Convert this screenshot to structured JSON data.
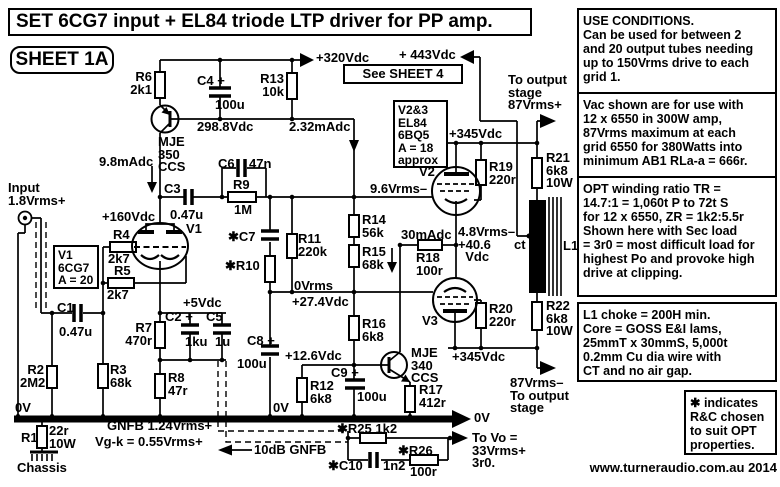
{
  "title": "SET 6CG7 input + EL84 triode LTP driver for PP amp.",
  "sheet": "SHEET 1A",
  "footer": "www.turneraudio.com.au 2014",
  "notes": {
    "use": "USE CONDITIONS.\nCan be used for between 2\nand 20 output tubes needing\nup to 150Vrms drive to each\ngrid 1.",
    "vac": "Vac shown are for use with\n12 x 6550 in 300W amp,\n87Vrms maximum at each\ngrid 6550 for 380Watts into\nminimum AB1 RLa-a = 666r.",
    "opt": "OPT winding ratio TR =\n14.7:1 = 1,060t P to 72t S\nfor 12 x 6550, ZR = 1k2:5.5r\nShown here with Sec load\n= 3r0 = most difficult load for\nhighest Po and provoke high\ndrive at clipping.",
    "choke": "L1 choke = 200H min.\nCore = GOSS E&I lams,\n25mmT x 30mmS, 5,000t\n0.2mm Cu dia wire with\nCT and no air gap.",
    "star": "✱ indicates\nR&C chosen\nto suit OPT\nproperties."
  },
  "labels": {
    "input": "Input\n1.8Vrms+",
    "v320": "+320Vdc",
    "see_sheet4": "See SHEET 4",
    "v443": "+ 443Vdc",
    "out_top": "To output\nstage\n87Vrms+",
    "r6": "R6\n2k1",
    "c4": "C4 +",
    "c4_val": "100u",
    "r13": "R13\n10k",
    "v2988": "298.8Vdc",
    "i232": "2.32mAdc",
    "mje350": "MJE\n350\nCCS",
    "i98": "9.8mAdc",
    "c6": "C6",
    "c6_val": "47n",
    "c3": "C3",
    "c3_val": "0.47u",
    "r9": "R9",
    "r9_val": "1M",
    "v96": "9.6Vrms–",
    "v23_box": "V2&3\nEL84\n6BQ5\nA = 18\napprox",
    "v2": "V2",
    "v345_top": "+345Vdc",
    "r19": "R19\n220r",
    "r21": "R21\n6k8\n10W",
    "v160": "+160Vdc",
    "v1_box": "V1\n6CG7\nA = 20",
    "v1": "V1",
    "r4": "R4",
    "r4_val": "2k7",
    "r5": "R5",
    "r5_val": "2k7",
    "c7": "✱C7",
    "r10": "✱R10",
    "r11": "R11\n220k",
    "r14": "R14\n56k",
    "r15": "R15\n68k",
    "i30": "30mAdc",
    "r18": "R18\n100r",
    "v48": "4.8Vrms–\n+40.6\n  Vdc",
    "l1": "L1",
    "ct": "ct",
    "c1": "C1",
    "c1_val": "0.47u",
    "v5": "+5Vdc",
    "r7": "R7\n470r",
    "c2": "C2 +",
    "c2_val": "1ku",
    "c5": "C5",
    "c5_val": "1u",
    "v0rms": "0Vrms",
    "v274": "+27.4Vdc",
    "r16": "R16\n6k8",
    "v3": "V3",
    "r20": "R20\n220r",
    "v345_bot": "+345Vdc",
    "r22": "R22\n6k8\n10W",
    "r2": "R2\n2M2",
    "r3": "R3\n68k",
    "r8": "R8\n47r",
    "v126": "+12.6Vdc",
    "r12": "R12\n6k8",
    "c9": "C9 +",
    "c9_val": "100u",
    "mje340": "MJE\n340\nCCS",
    "r17": "R17\n412r",
    "c8": "C8 +",
    "c8_val": "100u",
    "ov_left": "0V",
    "ov_mid": "0V",
    "ov_right": "0V",
    "out_bot": "87Vrms–\nTo output\nstage",
    "r1": "R1",
    "r1_val": "22r\n10W",
    "chassis": "Chassis",
    "gnfb1": "GNFB 1.24Vrms+",
    "gnfb2": "Vg-k = 0.55Vrms+",
    "gnfb3": "10dB GNFB",
    "r25": "✱R25 1k2",
    "c10": "✱C10",
    "c10_val": "1n2",
    "r26": "✱R26",
    "r26_val": "100r",
    "tovo": "To Vo =\n33Vrms+\n3r0."
  }
}
